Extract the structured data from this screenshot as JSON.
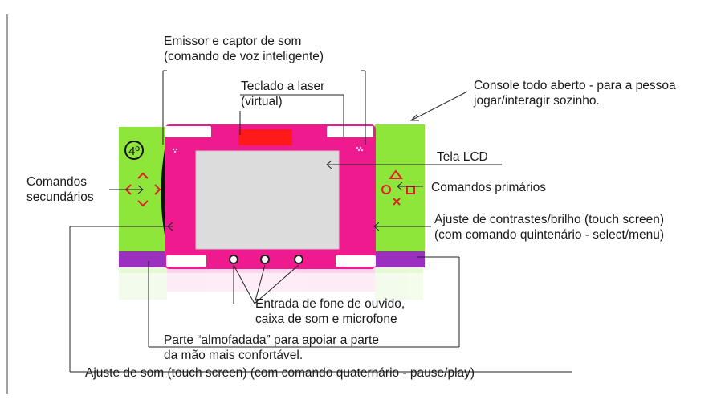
{
  "labels": {
    "emissor": [
      "Emissor e captor de som",
      "(comando de voz inteligente)"
    ],
    "teclado": [
      "Teclado a laser",
      "(virtual)"
    ],
    "console": [
      "Console todo aberto - para a pessoa",
      "jogar/interagir sozinho."
    ],
    "tela": "Tela LCD",
    "secundarios": [
      "Comandos",
      "secundários"
    ],
    "primarios": "Comandos primários",
    "ajuste_contraste": [
      "Ajuste de contrastes/brilho (touch screen)",
      "(com comando quintenário - select/menu)"
    ],
    "entrada": [
      "Entrada de fone de ouvido,",
      "caixa de som e microfone"
    ],
    "almofadada": [
      "Parte “almofadada” para apoiar a parte",
      "da mão mais confortável."
    ],
    "ajuste_som": "Ajuste de som (touch screen) (com comando quaternário - pause/play)",
    "badge": "4º"
  },
  "colors": {
    "body": "#ee1a8e",
    "wings": "#8ee63a",
    "purple": "#9b2fbf",
    "screen": "#dcdcdc",
    "laser": "#ff1a1a",
    "symbols": "#e0202a"
  }
}
